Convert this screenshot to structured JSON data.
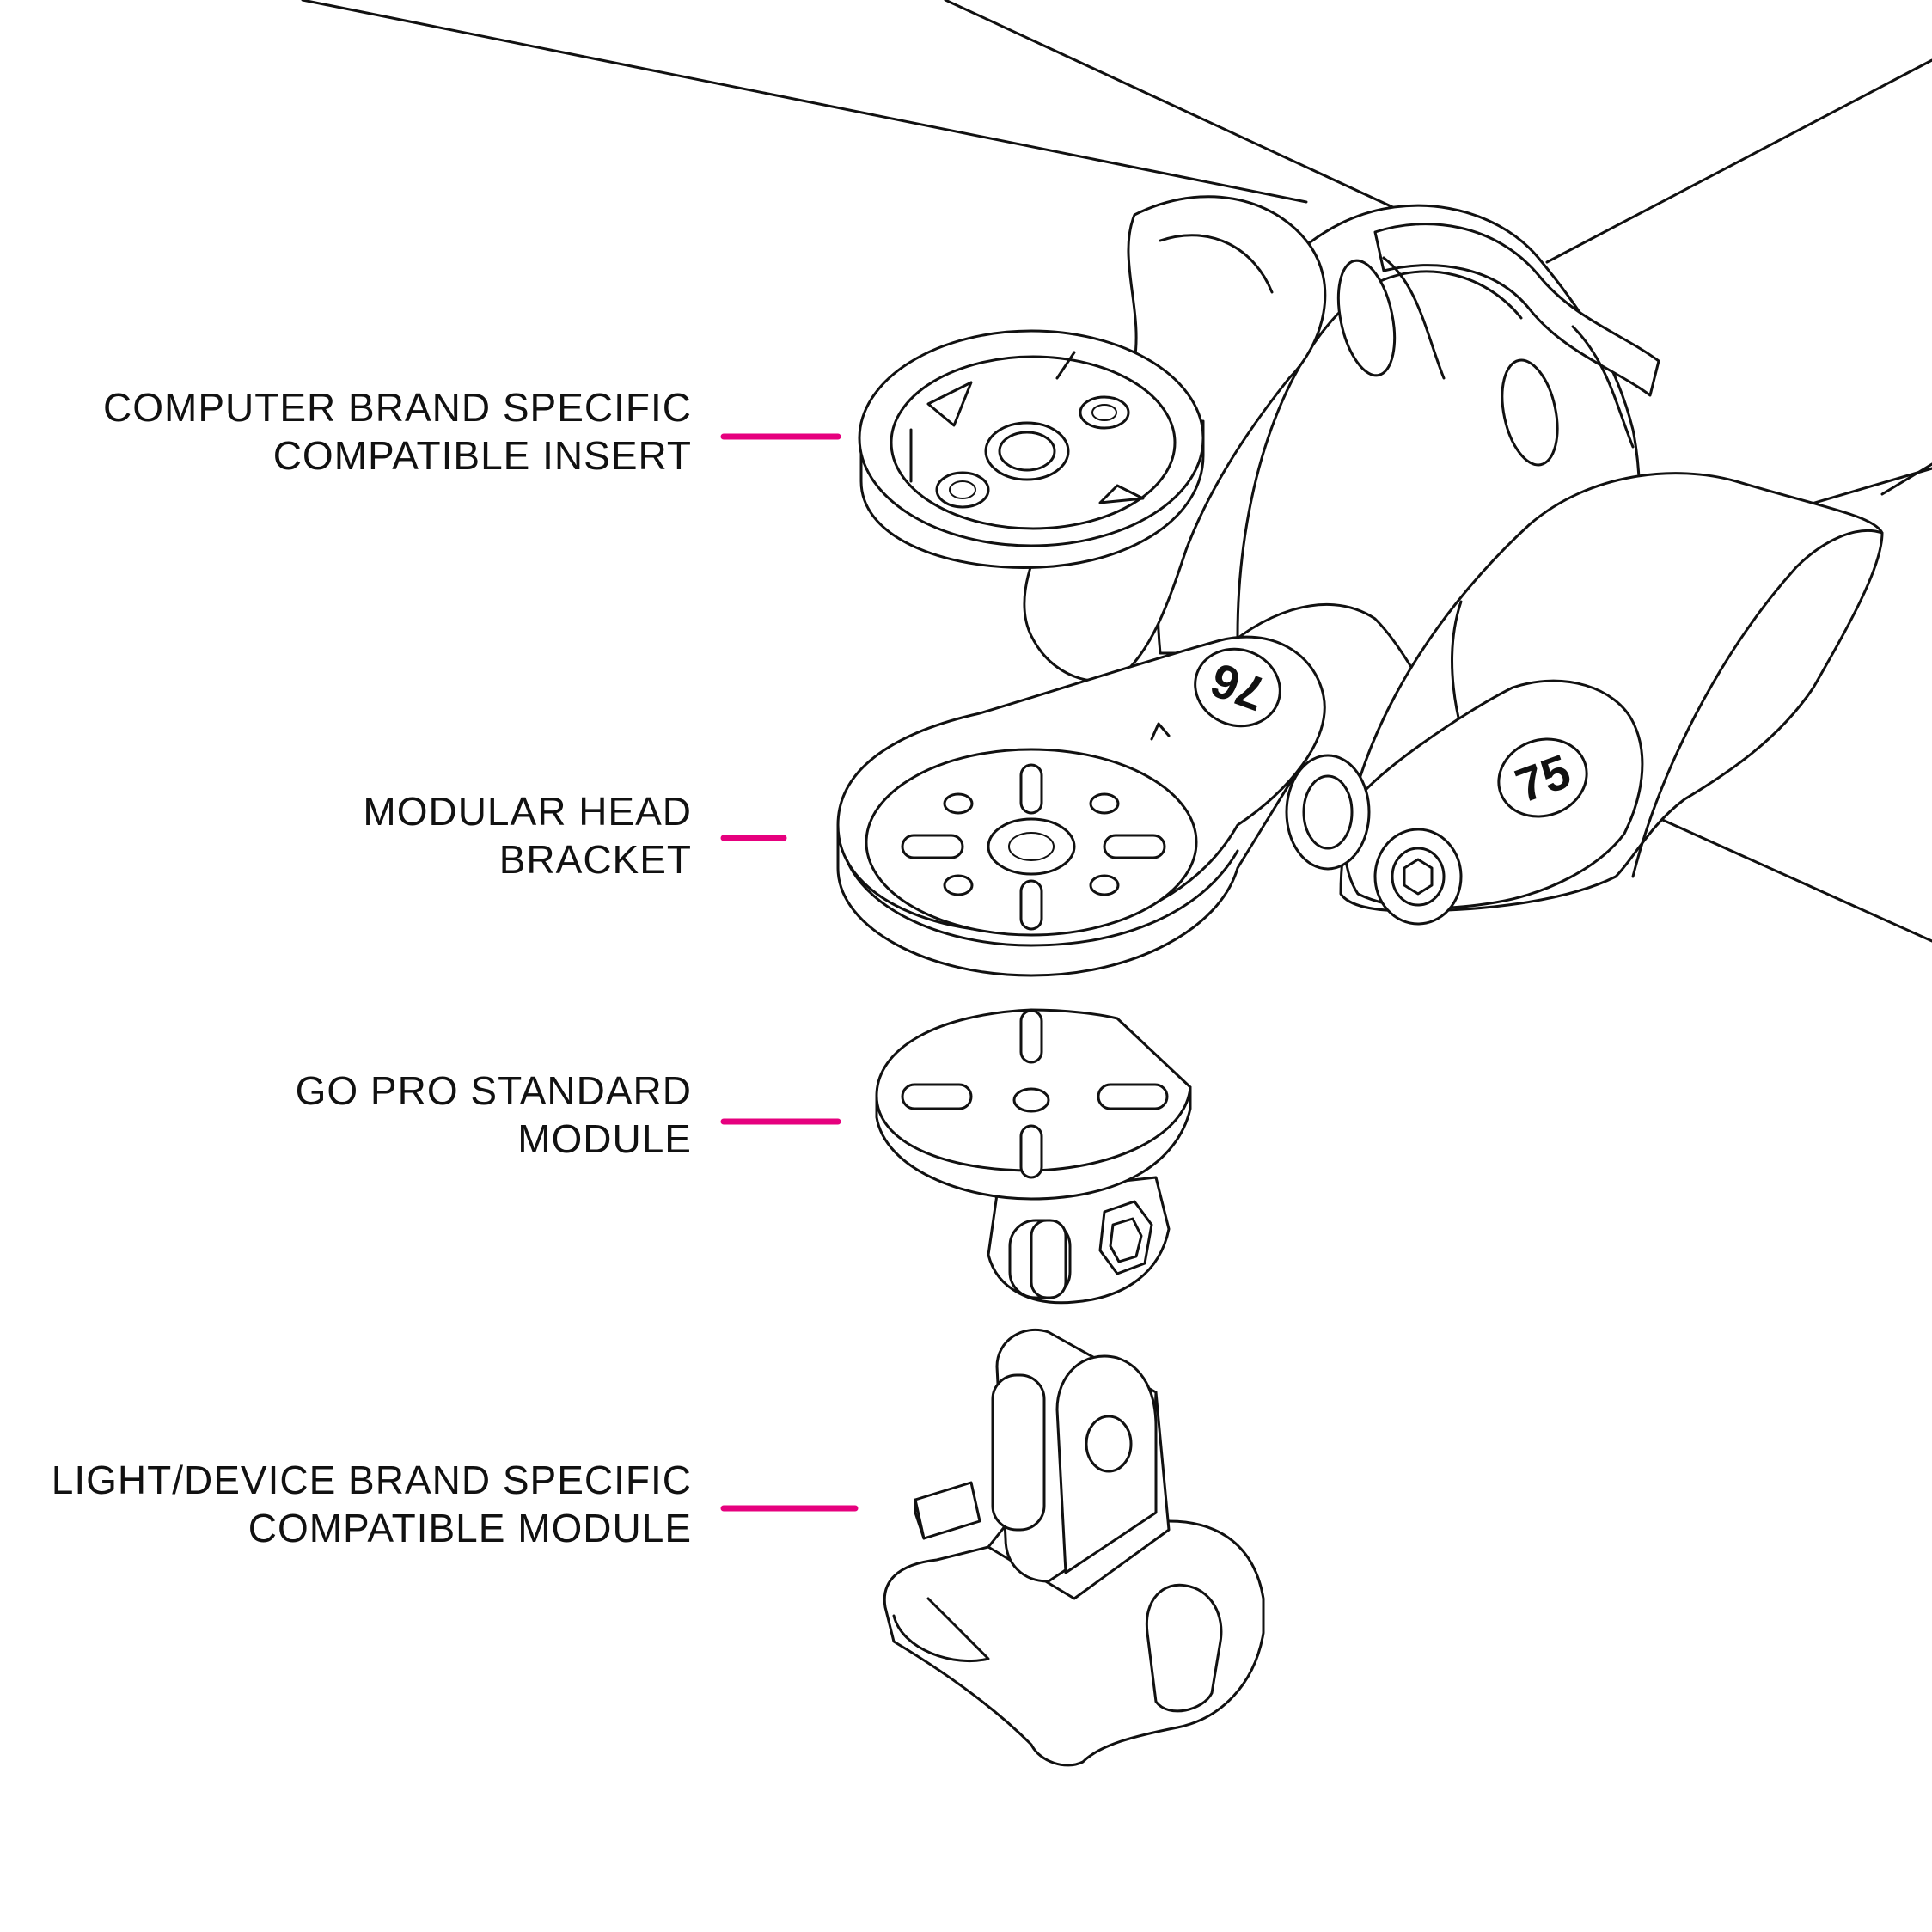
{
  "accent_color": "#e6007e",
  "ink_color": "#111111",
  "labels": [
    {
      "id": "insert",
      "line1": "COMPUTER BRAND SPECIFIC",
      "line2": "COMPATIBLE INSERT"
    },
    {
      "id": "head",
      "line1": "MODULAR HEAD",
      "line2": "BRACKET"
    },
    {
      "id": "gopro",
      "line1": "GO PRO STANDARD",
      "line2": "MODULE"
    },
    {
      "id": "light",
      "line1": "LIGHT/DEVICE BRAND SPECIFIC",
      "line2": "COMPATIBLE MODULE"
    }
  ],
  "part_numbers": {
    "head_bracket": "76",
    "clamp": "75"
  },
  "icons": [
    "handlebar",
    "clamp-body",
    "computer-insert",
    "head-bracket",
    "gopro-module",
    "light-module"
  ]
}
